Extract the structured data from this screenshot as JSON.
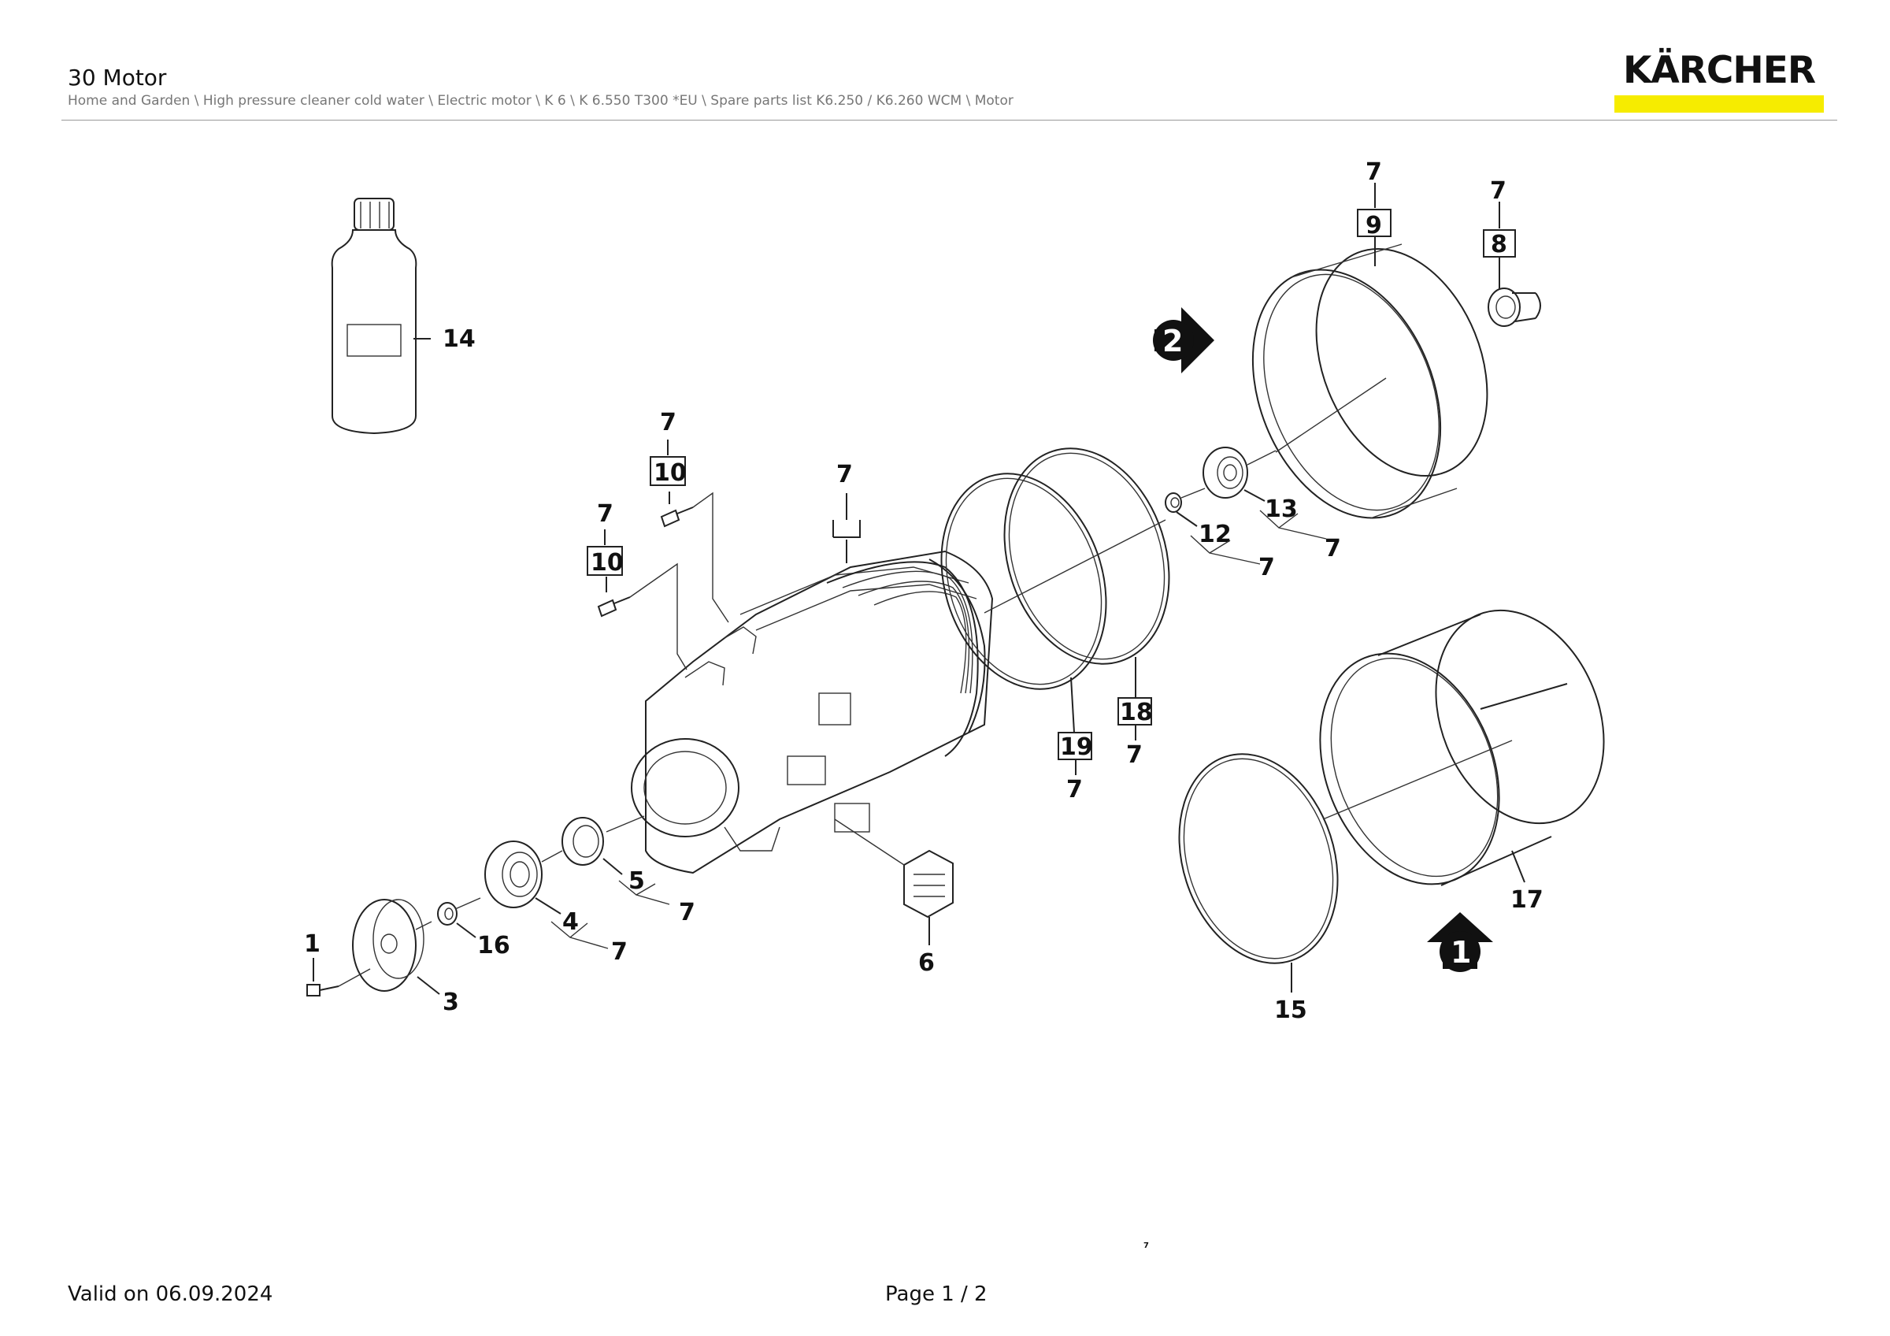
{
  "header": {
    "title": "30 Motor",
    "breadcrumb": "Home and Garden \\ High pressure cleaner cold water \\ Electric motor \\ K 6 \\ K 6.550 T300 *EU \\ Spare parts list K6.250 / K6.260 WCM \\ Motor",
    "logo_text": "KÄRCHER",
    "brand_color": "#f6ec00"
  },
  "callouts": {
    "c1": "1",
    "c3": "3",
    "c4": "4",
    "c5": "5",
    "c6": "6",
    "c7a": "7",
    "c7b": "7",
    "c7c": "7",
    "c7d": "7",
    "c7e": "7",
    "c7f": "7",
    "c7g": "7",
    "c7h": "7",
    "c7i": "7",
    "c7j": "7",
    "c7k": "7",
    "c7l": "7",
    "c8": "8",
    "c9": "9",
    "c10a": "10",
    "c10b": "10",
    "c12": "12",
    "c13": "13",
    "c14": "14",
    "c15": "15",
    "c16": "16",
    "c17": "17",
    "c18": "18",
    "c19": "19",
    "arrow1": "1",
    "arrow2": "2"
  },
  "footer": {
    "valid": "Valid on 06.09.2024",
    "page": "Page 1 / 2"
  }
}
